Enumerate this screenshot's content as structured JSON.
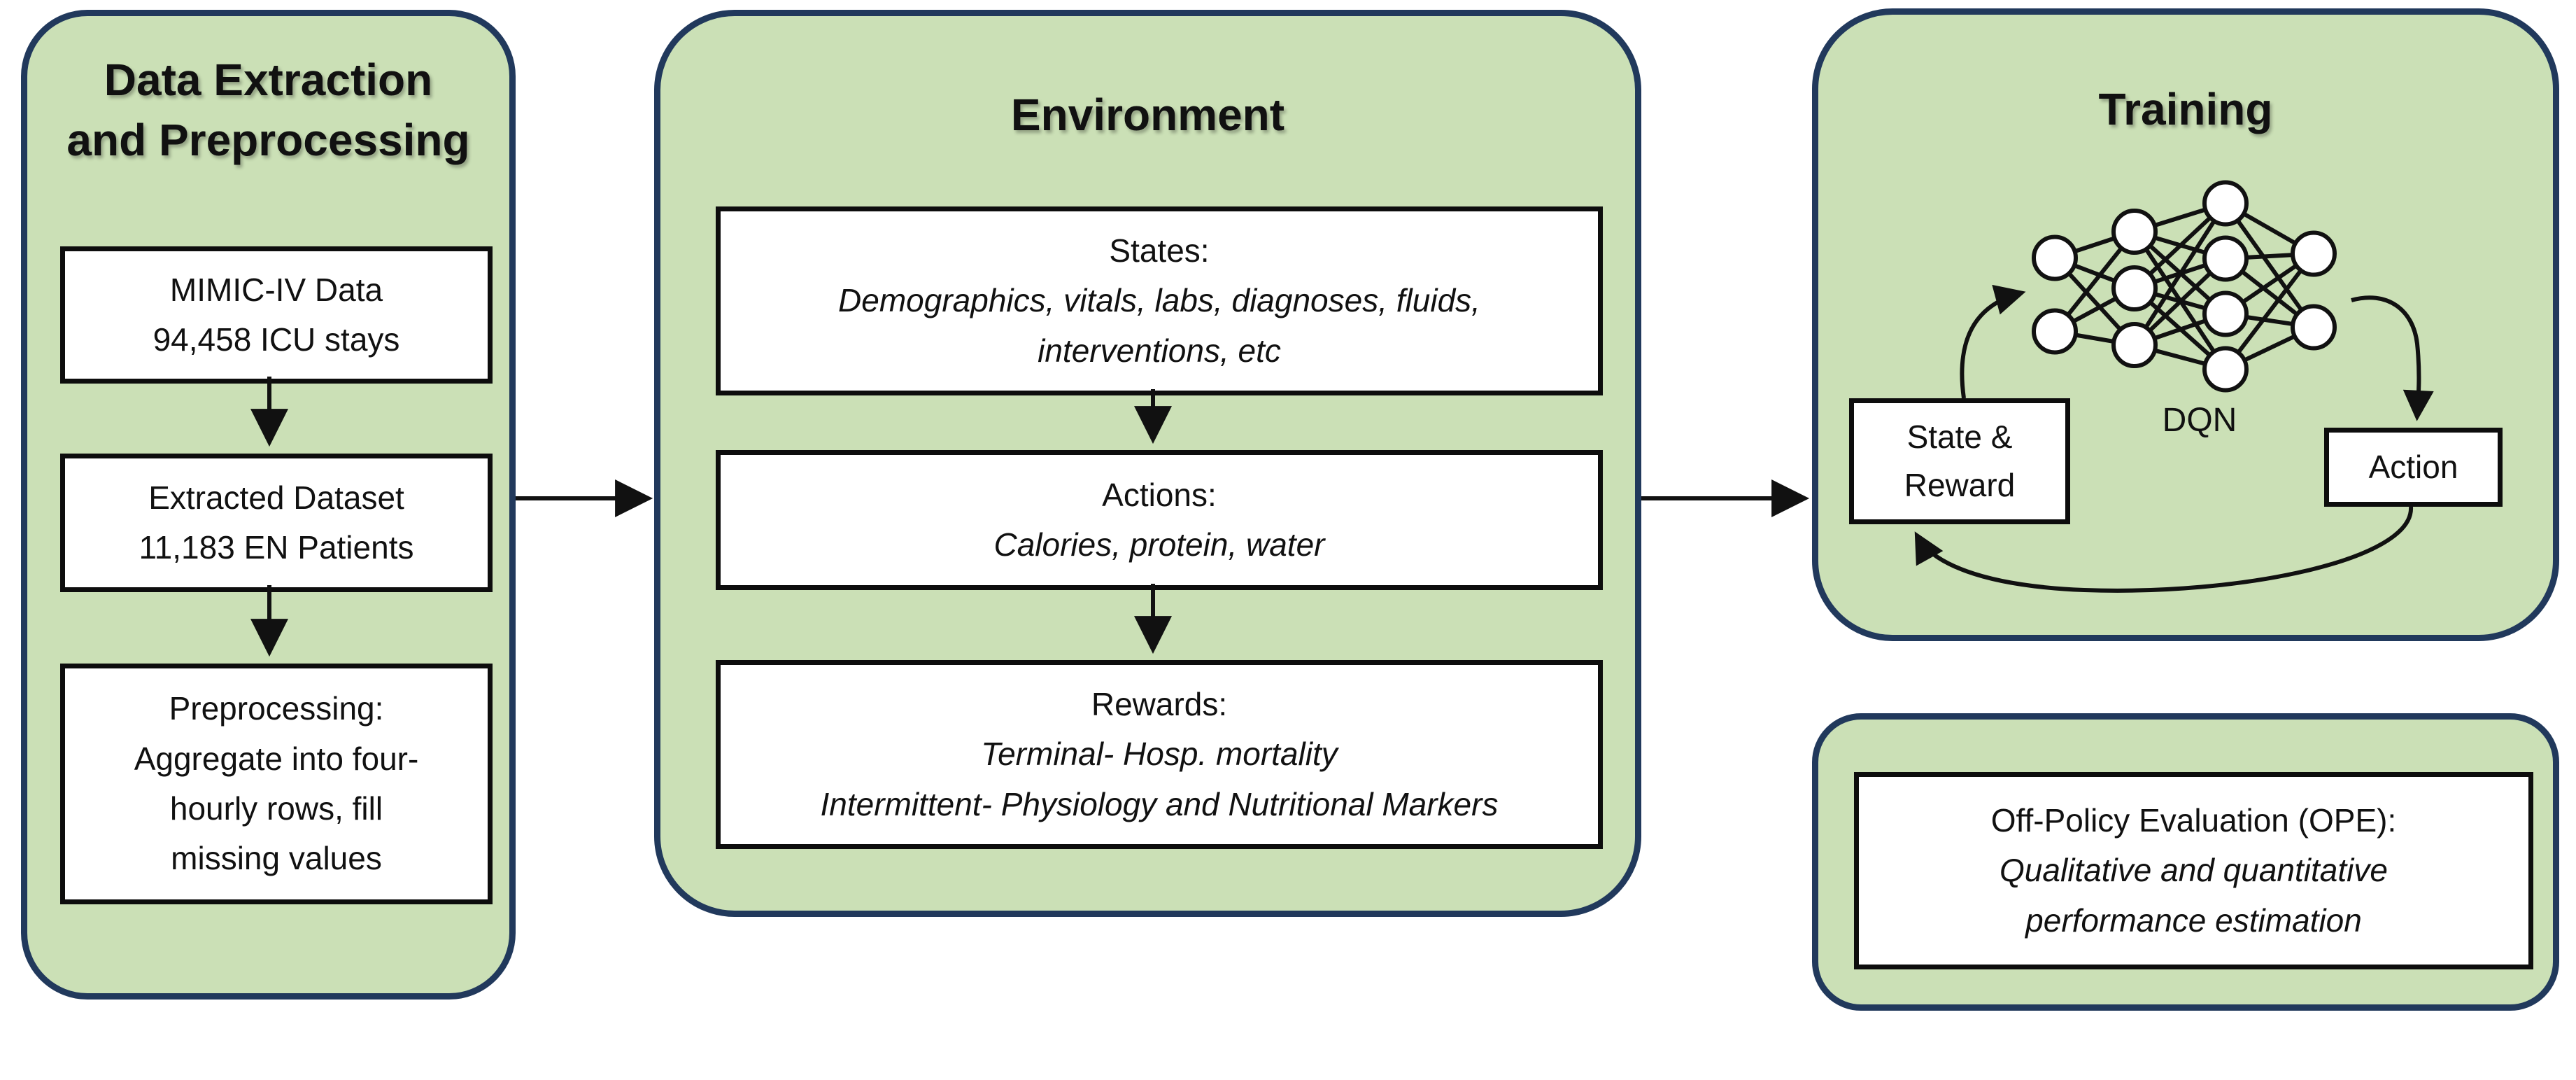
{
  "colors": {
    "panel_fill": "#cbe0b6",
    "panel_border": "#21395c",
    "box_fill": "#ffffff",
    "box_border": "#0d0d0d",
    "arrow_line": "#111111",
    "text": "#111111"
  },
  "extraction": {
    "title_lines": [
      "Data Extraction",
      "and Preprocessing"
    ],
    "box1_lines": [
      "MIMIC-IV Data",
      "94,458 ICU stays"
    ],
    "box2_lines": [
      "Extracted Dataset",
      "11,183 EN Patients"
    ],
    "box3_lines": [
      "Preprocessing:",
      "Aggregate into four-",
      "hourly rows, fill",
      "missing values"
    ]
  },
  "environment": {
    "title": "Environment",
    "states_header": "States:",
    "states_lines": [
      "Demographics, vitals, labs, diagnoses, fluids,",
      "interventions, etc"
    ],
    "actions_header": "Actions:",
    "actions_lines": [
      "Calories, protein, water"
    ],
    "rewards_header": "Rewards:",
    "rewards_lines": [
      "Terminal- Hosp. mortality",
      "Intermittent- Physiology and Nutritional Markers"
    ]
  },
  "training": {
    "title": "Training",
    "state_reward_lines": [
      "State &",
      "Reward"
    ],
    "dqn_label": "DQN",
    "action_label": "Action",
    "network_layers": [
      2,
      3,
      4,
      2
    ]
  },
  "ope": {
    "header": "Off-Policy Evaluation (OPE):",
    "detail_lines": [
      "Qualitative and quantitative",
      "performance estimation"
    ]
  }
}
